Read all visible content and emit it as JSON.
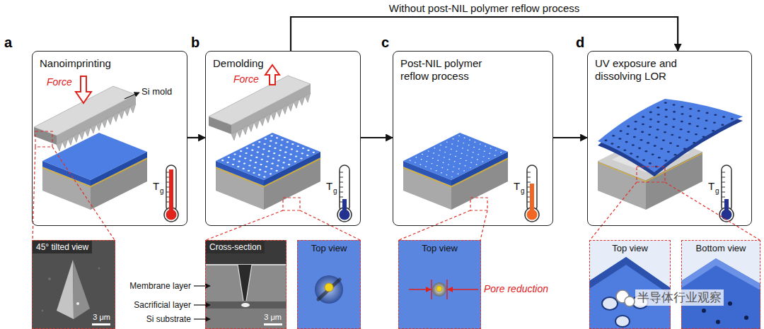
{
  "diagram": {
    "nodes": [
      {
        "text": [
          "a",
          "Nanoimprinting"
        ]
      },
      {
        "text": [
          "b",
          "Demolding"
        ]
      },
      {
        "text": [
          "c",
          "Post-NIL polymer reflow process"
        ]
      },
      {
        "text": [
          "d",
          "UV exposure and dissolving LOR"
        ]
      },
      {
        "text": [
          "45° tilted view",
          "3 μm"
        ]
      },
      {
        "text": [
          "Cross-section",
          "3 μm"
        ]
      },
      {
        "text": [
          "Top view"
        ]
      },
      {
        "text": [
          "Top view"
        ]
      },
      {
        "text": [
          "Top view"
        ]
      },
      {
        "text": [
          "Bottom view"
        ]
      }
    ],
    "edges": [
      {
        "from": 0,
        "to": 1,
        "arrow": "to"
      },
      {
        "from": 1,
        "to": 2,
        "arrow": "to"
      },
      {
        "from": 2,
        "to": 3,
        "arrow": "to"
      },
      {
        "from": 1,
        "to": 3,
        "arrow": "to",
        "label": "Without post-NIL polymer reflow process"
      }
    ],
    "labels": [
      "Force",
      "Si mold",
      "T",
      "g",
      "Force",
      "T",
      "g",
      "T",
      "g",
      "T",
      "g",
      "Membrane layer",
      "Sacrificial layer",
      "Si substrate",
      "Pore reduction",
      "半导体行业观察"
    ]
  }
}
